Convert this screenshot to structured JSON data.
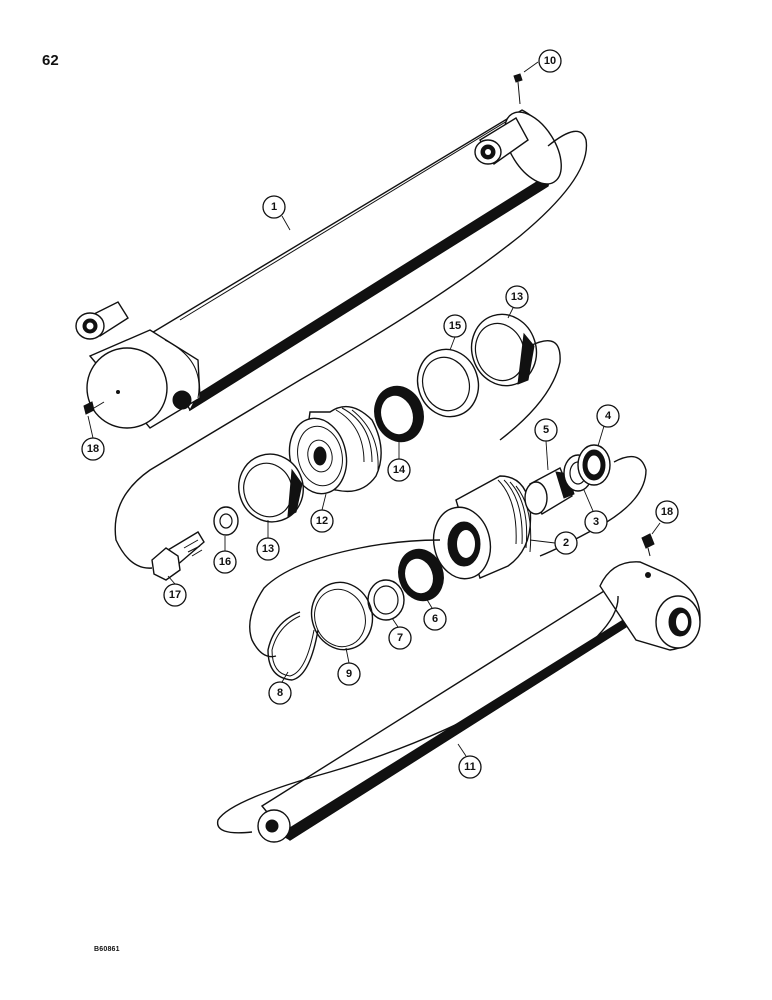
{
  "page": {
    "number": "62",
    "figure_code": "B60861"
  },
  "callouts": {
    "c1": "1",
    "c2": "2",
    "c3": "3",
    "c4": "4",
    "c5": "5",
    "c6": "6",
    "c7": "7",
    "c8": "8",
    "c9": "9",
    "c10": "10",
    "c11": "11",
    "c12": "12",
    "c13a": "13",
    "c13b": "13",
    "c14": "14",
    "c15": "15",
    "c16": "16",
    "c17": "17",
    "c18a": "18",
    "c18b": "18"
  }
}
